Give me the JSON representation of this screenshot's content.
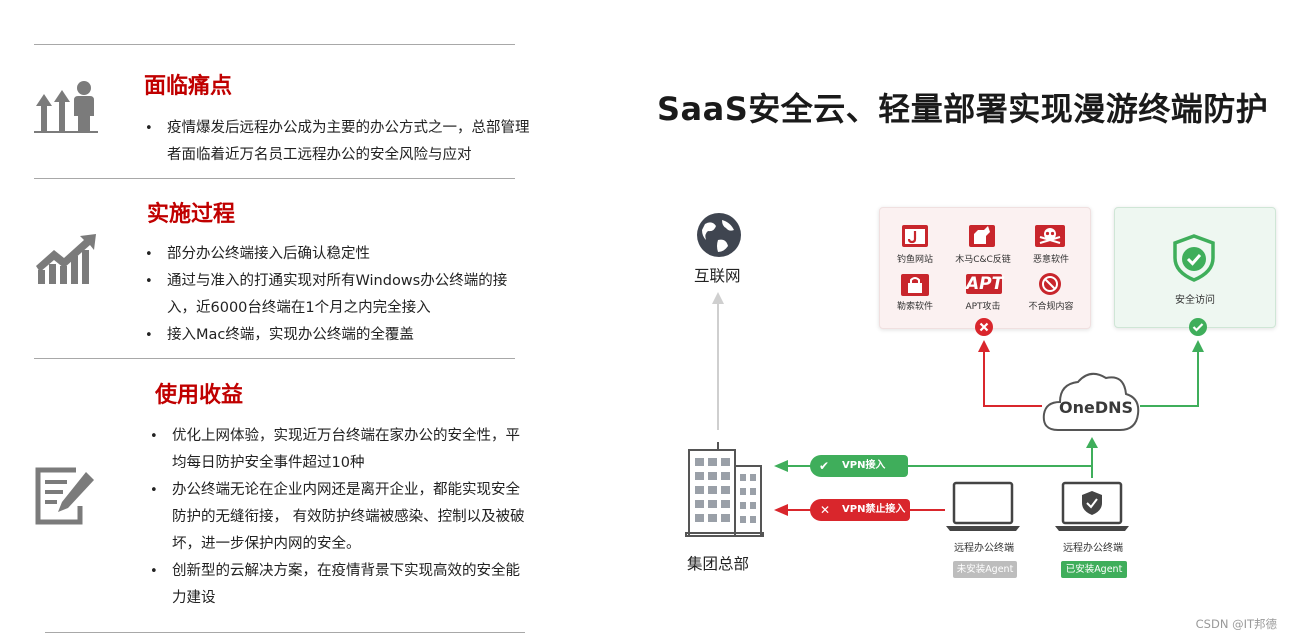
{
  "sections": {
    "pain": {
      "title": "面临痛点",
      "bullets": [
        "疫情爆发后远程办公成为主要的办公方式之一，总部管理者面临着近万名员工远程办公的安全风险与应对"
      ]
    },
    "process": {
      "title": "实施过程",
      "bullets": [
        "部分办公终端接入后确认稳定性",
        "通过与准入的打通实现对所有Windows办公终端的接入，近6000台终端在1个月之内完全接入",
        "接入Mac终端，实现办公终端的全覆盖"
      ]
    },
    "benefit": {
      "title": "使用收益",
      "bullets": [
        "优化上网体验，实现近万台终端在家办公的安全性，平均每日防护安全事件超过10种",
        "办公终端无论在企业内网还是离开企业，都能实现安全防护的无缝衔接， 有效防护终端被感染、控制以及被破坏，进一步保护内网的安全。",
        "创新型的云解决方案，在疫情背景下实现高效的安全能力建设"
      ]
    }
  },
  "bullet_glyph": "•",
  "main_title": "SaaS安全云、轻量部署实现漫游终端防护",
  "diagram": {
    "internet_label": "互联网",
    "threats": [
      "钓鱼网站",
      "木马C&C反链",
      "恶意软件",
      "勒索软件",
      "APT攻击",
      "不合规内容"
    ],
    "apt_text": "APT",
    "safe_label": "安全访问",
    "cloud_label": "OneDNS",
    "hq_label": "集团总部",
    "vpn_allow": "VPN接入",
    "vpn_deny": "VPN禁止接入",
    "terminal_label": "远程办公终端",
    "tag_no_agent": "未安装Agent",
    "tag_agent": "已安装Agent",
    "colors": {
      "red": "#d9262c",
      "green": "#3fae5b",
      "title_red": "#c00000"
    }
  },
  "footer": "CSDN @IT邦德"
}
